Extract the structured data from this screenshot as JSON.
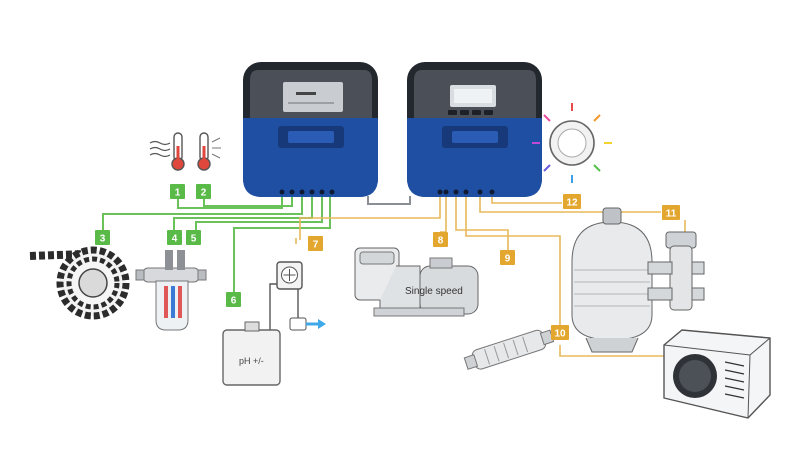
{
  "badges": {
    "b1": "1",
    "b2": "2",
    "b3": "3",
    "b4": "4",
    "b5": "5",
    "b6": "6",
    "b7": "7",
    "b8": "8",
    "b9": "9",
    "b10": "10",
    "b11": "11",
    "b12": "12"
  },
  "labels": {
    "pump": "Single speed",
    "tank": "pH +/-"
  },
  "colors": {
    "green": "#5aba47",
    "orange": "#e3a72f",
    "unit_blue": "#1f4fa3",
    "unit_dark": "#2c3038",
    "line_gray": "#8a8f96"
  },
  "icons": [
    "water-temperature-icon",
    "air-temperature-icon",
    "cover-icon",
    "chlorinator-cell-icon",
    "ph-tank-icon",
    "dosing-pump-icon",
    "single-speed-pump-icon",
    "electrolysis-cell-icon",
    "sand-filter-icon",
    "multiport-valve-icon",
    "heat-pump-icon",
    "pool-light-icon"
  ]
}
